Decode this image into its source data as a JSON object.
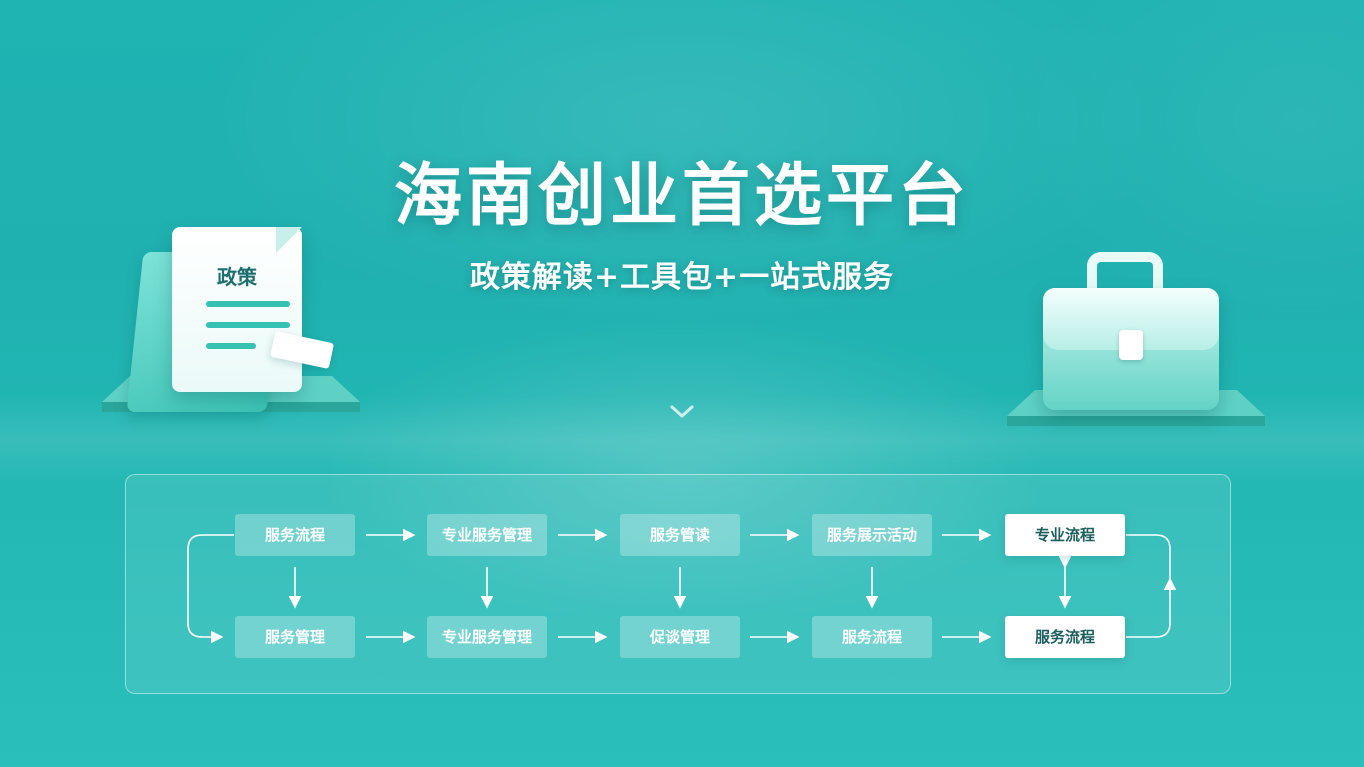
{
  "header": {
    "title": "海南创业首选平台",
    "subtitle": "政策解读+工具包+一站式服务"
  },
  "policy_doc": {
    "label": "政策",
    "icon": "document-icon"
  },
  "briefcase": {
    "icon": "briefcase-icon"
  },
  "flow": {
    "top_row": [
      {
        "label": "服务流程",
        "highlight": false
      },
      {
        "label": "专业服务管理",
        "highlight": false
      },
      {
        "label": "服务管读",
        "highlight": false
      },
      {
        "label": "服务展示活动",
        "highlight": false
      },
      {
        "label": "专业流程",
        "highlight": true
      }
    ],
    "bottom_row": [
      {
        "label": "服务管理",
        "highlight": false
      },
      {
        "label": "专业服务管理",
        "highlight": false
      },
      {
        "label": "促谈管理",
        "highlight": false
      },
      {
        "label": "服务流程",
        "highlight": false
      },
      {
        "label": "服务流程",
        "highlight": true
      }
    ]
  },
  "colors": {
    "background": "#1fb3b2",
    "accent": "#36c2b2",
    "text_light": "#ffffff",
    "text_dark": "#1d5f5f"
  }
}
